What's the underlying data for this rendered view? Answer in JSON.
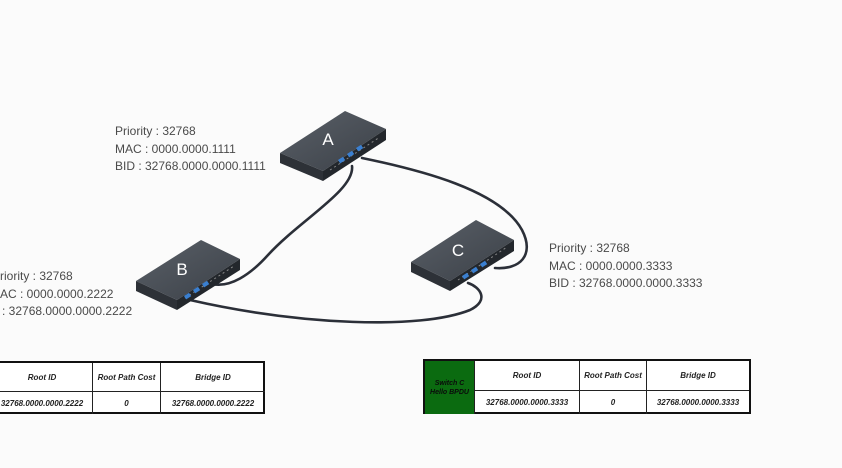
{
  "switches": [
    {
      "id": "A",
      "label": "A",
      "priority": "Priority : 32768",
      "mac": "MAC : 0000.0000.1111",
      "bid": "BID : 32768.0000.0000.1111"
    },
    {
      "id": "B",
      "label": "B",
      "priority": "riority : 32768",
      "mac": "AC : 0000.0000.2222",
      "bid": ": 32768.0000.0000.2222"
    },
    {
      "id": "C",
      "label": "C",
      "priority": "Priority : 32768",
      "mac": "MAC : 0000.0000.3333",
      "bid": "BID : 32768.0000.0000.3333"
    }
  ],
  "table_b": {
    "headers": [
      "Root ID",
      "Root Path Cost",
      "Bridge ID"
    ],
    "values": [
      "32768.0000.0000.2222",
      "0",
      "32768.0000.0000.2222"
    ]
  },
  "table_c": {
    "tag_line1": "Switch C",
    "tag_line2": "Hello BPDU",
    "headers": [
      "Root ID",
      "Root Path Cost",
      "Bridge ID"
    ],
    "values": [
      "32768.0000.0000.3333",
      "0",
      "32768.0000.0000.3333"
    ]
  },
  "colors": {
    "tag_green": "#0b6b10",
    "port_blue": "#3a7fd0",
    "cable": "#2b2f38"
  }
}
